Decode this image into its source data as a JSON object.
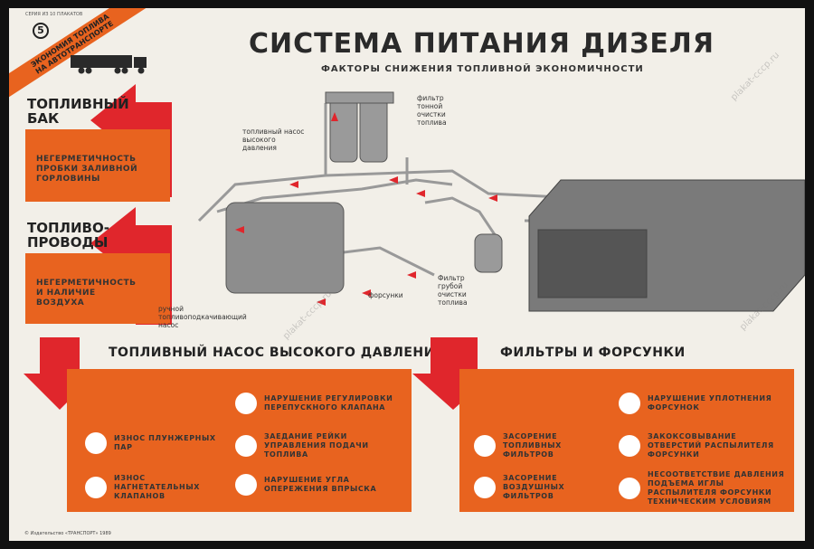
{
  "header": {
    "series": "СЕРИЯ ИЗ 10 ПЛАКАТОВ",
    "number": "5",
    "band_line1": "ЭКОНОМИЯ ТОПЛИВА",
    "band_line2": "НА АВТОТРАНСПОРТЕ",
    "title": "СИСТЕМА ПИТАНИЯ ДИЗЕЛЯ",
    "subtitle": "ФАКТОРЫ СНИЖЕНИЯ ТОПЛИВНОЙ ЭКОНОМИЧНОСТИ"
  },
  "left": [
    {
      "heading1": "ТОПЛИВНЫЙ",
      "heading2": "БАК",
      "text": [
        "НЕГЕРМЕТИЧНОСТЬ",
        "ПРОБКИ ЗАЛИВНОЙ",
        "ГОРЛОВИНЫ"
      ]
    },
    {
      "heading1": "ТОПЛИВО-",
      "heading2": "ПРОВОДЫ",
      "text": [
        "НЕГЕРМЕТИЧНОСТЬ",
        "И НАЛИЧИЕ",
        "ВОЗДУХА"
      ]
    }
  ],
  "diagram": {
    "labels": {
      "pump": "топливный насос высокого давления",
      "fine_filter": "фильтр тонной очистки топлива",
      "coarse_filter": "Фильтр грубой очистки топлива",
      "injectors": "форсунки",
      "hand_pump": "ручной топливоподкачивающий насос"
    }
  },
  "sections": [
    {
      "title": "ТОПЛИВНЫЙ НАСОС ВЫСОКОГО ДАВЛЕНИЯ",
      "items": [
        "ИЗНОС ПЛУНЖЕРНЫХ ПАР",
        "ИЗНОС НАГНЕТАТЕЛЬНЫХ КЛАПАНОВ",
        "НАРУШЕНИЕ РЕГУЛИРОВКИ ПЕРЕПУСКНОГО КЛАПАНА",
        "ЗАЕДАНИЕ РЕЙКИ УПРАВЛЕНИЯ ПОДАЧИ ТОПЛИВА",
        "НАРУШЕНИЕ УГЛА ОПЕРЕЖЕНИЯ ВПРЫСКА"
      ]
    },
    {
      "title": "ФИЛЬТРЫ И ФОРСУНКИ",
      "items": [
        "ЗАСОРЕНИЕ ТОПЛИВНЫХ ФИЛЬТРОВ",
        "ЗАСОРЕНИЕ ВОЗДУШНЫХ ФИЛЬТРОВ",
        "НАРУШЕНИЕ УПЛОТНЕНИЯ ФОРСУНОК",
        "ЗАКОКСОВЫВАНИЕ ОТВЕРСТИЙ РАСПЫЛИТЕЛЯ ФОРСУНКИ",
        "НЕСООТВЕТСТВИЕ ДАВЛЕНИЯ ПОДЪЕМА ИГЛЫ РАСПЫЛИТЕЛЯ ФОРСУНКИ ТЕХНИЧЕСКИМ УСЛОВИЯМ"
      ]
    }
  ],
  "footer": {
    "publisher": "© Издательство «ТРАНСПОРТ» 1989"
  },
  "watermark": "plakat-cccp.ru",
  "colors": {
    "orange": "#e8631f",
    "red": "#e0262c",
    "ink": "#2a2a2a"
  }
}
